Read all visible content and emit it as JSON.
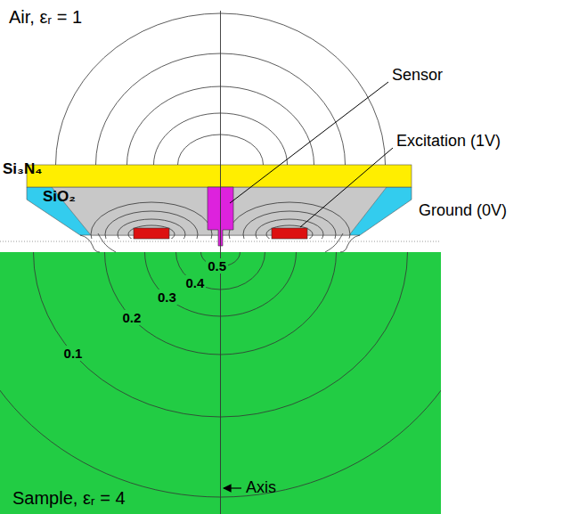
{
  "diagram": {
    "labels": [
      "Air, εᵣ = 1",
      "Si₃N₄",
      "SiO₂",
      "Sensor",
      "Excitation (1V)",
      "Ground (0V)",
      "0.5",
      "0.4",
      "0.3",
      "0.2",
      "0.1",
      "Axis",
      "Sample, εᵣ = 4"
    ]
  }
}
